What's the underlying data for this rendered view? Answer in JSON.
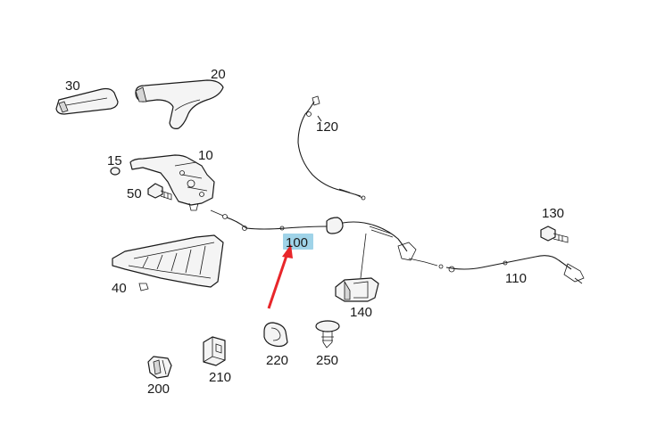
{
  "labels": {
    "p30": "30",
    "p20": "20",
    "p120": "120",
    "p15": "15",
    "p10": "10",
    "p50": "50",
    "p100": "100",
    "p130": "130",
    "p40": "40",
    "p110": "110",
    "p140": "140",
    "p220": "220",
    "p250": "250",
    "p200": "200",
    "p210": "210"
  },
  "highlight": {
    "part": "100",
    "color": "#9fd3e8",
    "arrow_color": "#e8262a"
  }
}
